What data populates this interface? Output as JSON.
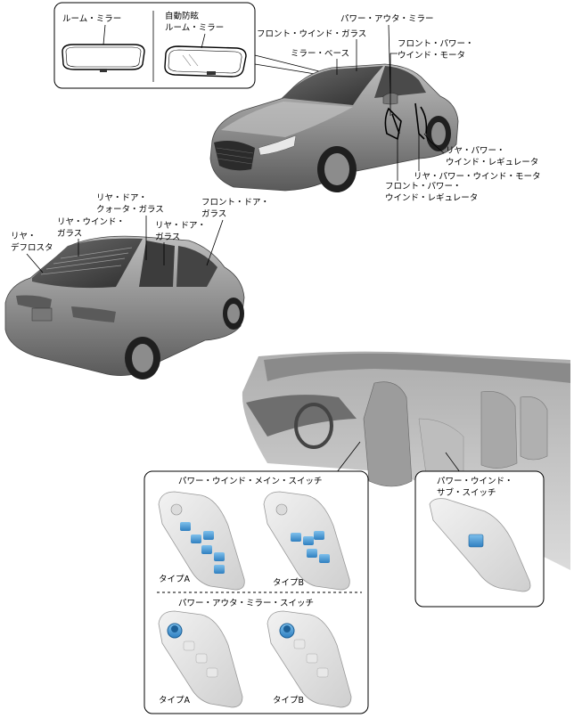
{
  "mirror_box": {
    "room_mirror": "ルーム・ミラー",
    "auto_dimming_line1": "自動防眩",
    "auto_dimming_line2": "ルーム・ミラー"
  },
  "front_car_labels": {
    "power_outer_mirror": "パワー・アウタ・ミラー",
    "front_window_glass": "フロント・ウインド・ガラス",
    "mirror_base": "ミラー・ベース",
    "front_power_window_motor": [
      "フロント・パワー・",
      "ウインド・モータ"
    ],
    "rear_power_window_regulator": [
      "リヤ・パワー・",
      "ウインド・レギュレータ"
    ],
    "rear_power_window_motor": "リヤ・パワー・ウインド・モータ",
    "front_power_window_regulator": [
      "フロント・パワー・",
      "ウインド・レギュレータ"
    ]
  },
  "rear_car_labels": {
    "rear_door_quarter_glass": [
      "リヤ・ドア・",
      "クォータ・ガラス"
    ],
    "front_door_glass": [
      "フロント・ドア・",
      "ガラス"
    ],
    "rear_window_glass": [
      "リヤ・ウインド・",
      "ガラス"
    ],
    "rear_door_glass": [
      "リヤ・ドア・",
      "ガラス"
    ],
    "rear_defroster": [
      "リヤ・",
      "デフロスタ"
    ]
  },
  "main_switch_box": {
    "title": "パワー・ウインド・メイン・スイッチ",
    "type_a": "タイプA",
    "type_b": "タイプB",
    "mirror_switch_title": "パワー・アウタ・ミラー・スイッチ",
    "type_a_2": "タイプA",
    "type_b_2": "タイプB"
  },
  "sub_switch_box": {
    "title_line1": "パワー・ウインド・",
    "title_line2": "サブ・スイッチ"
  },
  "colors": {
    "switch_blue": "#3b8fd0",
    "body_grey": "#9a9a9a",
    "panel_grey": "#e6e6e6"
  }
}
